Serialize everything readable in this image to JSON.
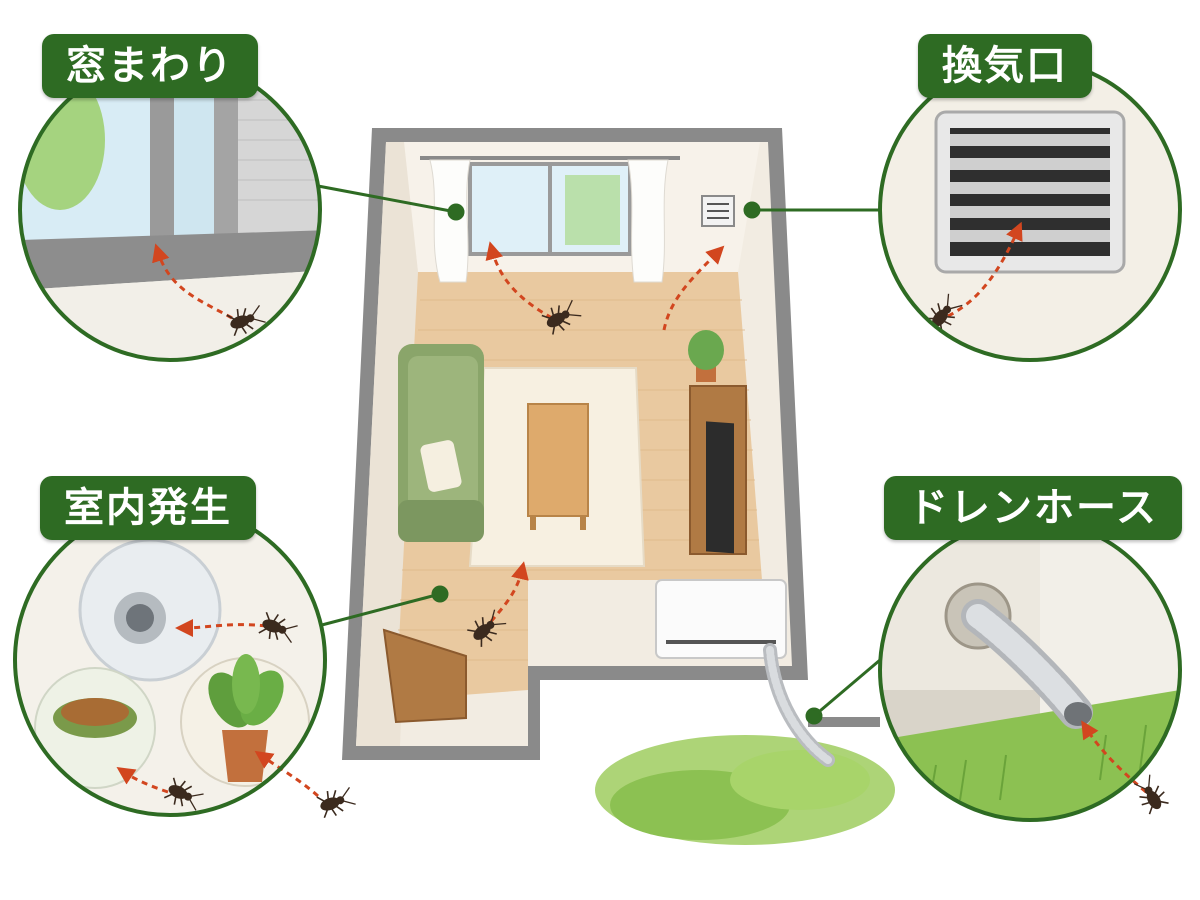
{
  "labels": {
    "window": "窓まわり",
    "vent": "換気口",
    "indoor": "室内発生",
    "drain": "ドレンホース"
  },
  "colors": {
    "label_green": "#2e6b23",
    "circle_border": "#2e6b23",
    "arrow": "#d2461f",
    "floor": "#e8c9a0",
    "wall": "#f4eee4",
    "sofa": "#8aa56a",
    "grass": "#8cc152"
  },
  "icons": [
    "bug-icon",
    "arrow-dashed-icon",
    "vent-grille-icon",
    "drain-hose-icon",
    "plant-icon",
    "pet-bowl-icon",
    "sink-drain-icon"
  ]
}
